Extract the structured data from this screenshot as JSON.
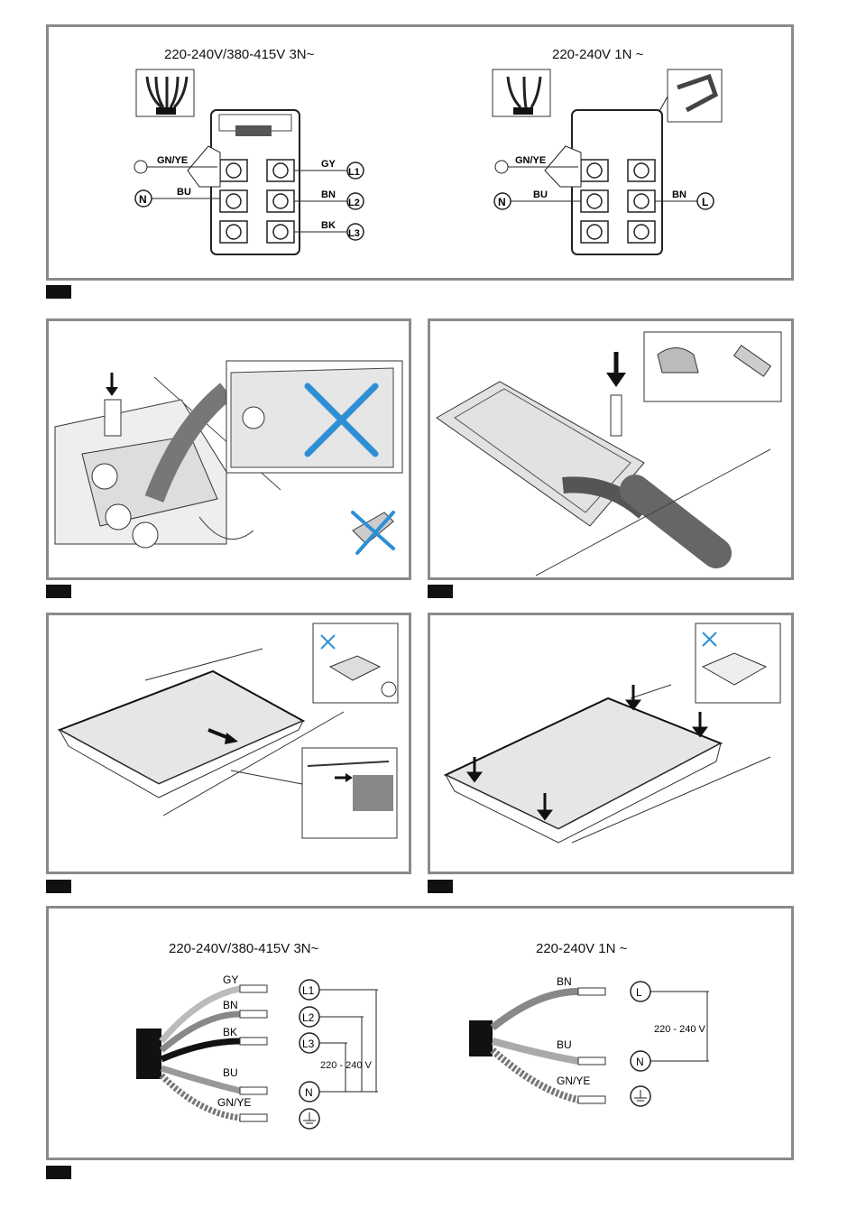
{
  "panel1": {
    "left_title": "220-240V/380-415V 3N~",
    "right_title": "220-240V 1N ~",
    "left_labels": {
      "gnye": "GN/YE",
      "bu": "BU",
      "gy": "GY",
      "bn": "BN",
      "bk": "BK",
      "n": "N",
      "l1": "L1",
      "l2": "L2",
      "l3": "L3"
    },
    "right_labels": {
      "gnye": "GN/YE",
      "bu": "BU",
      "bn": "BN",
      "n": "N",
      "l": "L"
    }
  },
  "panel6": {
    "left_title": "220-240V/380-415V 3N~",
    "right_title": "220-240V 1N ~",
    "left_wires": [
      "GY",
      "BN",
      "BK",
      "BU",
      "GN/YE"
    ],
    "left_terminals": [
      "L1",
      "L2",
      "L3",
      "N"
    ],
    "left_voltage": "220 - 240 V",
    "right_wires": [
      "BN",
      "BU",
      "GN/YE"
    ],
    "right_terminals": [
      "L",
      "N"
    ],
    "right_voltage": "220 - 240 V"
  },
  "colors": {
    "border": "#8a8a8a",
    "cross": "#2f8fd4",
    "tag": "#111111"
  }
}
